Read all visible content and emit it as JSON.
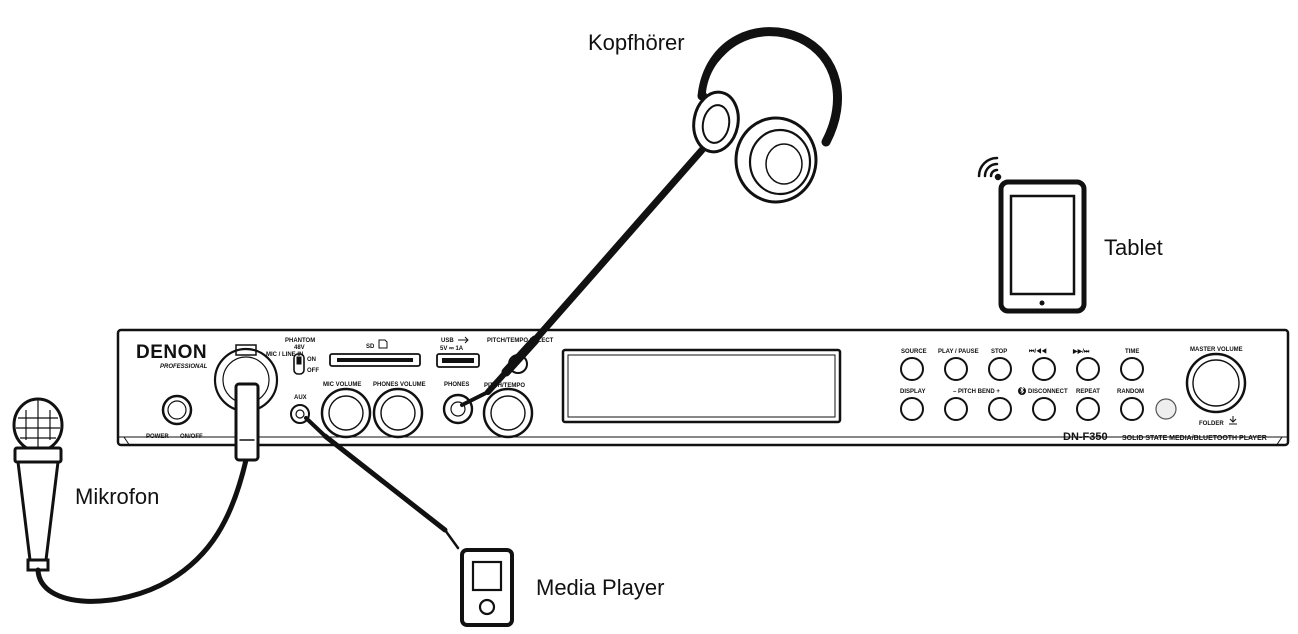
{
  "callouts": {
    "headphones": "Kopfhörer",
    "tablet": "Tablet",
    "microphone": "Mikrofon",
    "media_player": "Media Player"
  },
  "device": {
    "brand": "DENON",
    "brand_sub": "PROFESSIONAL",
    "model": "DN-F350",
    "model_desc": "SOLID STATE MEDIA/BLUETOOTH PLAYER",
    "labels": {
      "power": "POWER",
      "on_off": "ON/OFF",
      "mic_line_in": "MIC / LINE IN",
      "phantom": "PHANTOM",
      "phantom_sub": "48V",
      "on": "ON",
      "off": "OFF",
      "sd": "SD",
      "aux": "AUX",
      "mic_volume": "MIC VOLUME",
      "phones_volume": "PHONES VOLUME",
      "usb": "USB",
      "usb_rating": "5V ⎓ 1A",
      "phones": "PHONES",
      "pitch_select": "PITCH/TEMPO SELECT",
      "pitch_tempo": "PITCH/TEMPO",
      "source": "SOURCE",
      "play_pause": "PLAY / PAUSE",
      "stop": "STOP",
      "prev": "⏮/◀◀",
      "next": "▶▶/⏭",
      "time": "TIME",
      "display": "DISPLAY",
      "pitch_bend": "– PITCH BEND +",
      "disconnect": "DISCONNECT",
      "repeat": "REPEAT",
      "random": "RANDOM",
      "master_volume": "MASTER VOLUME",
      "folder": "FOLDER"
    }
  }
}
